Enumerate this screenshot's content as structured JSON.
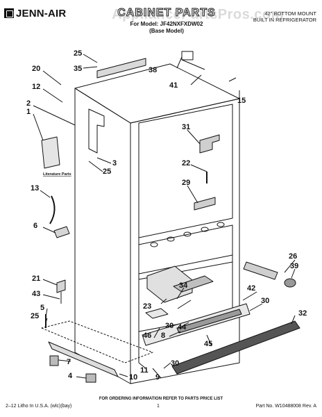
{
  "header": {
    "brand": "JENN-AIR",
    "title": "CABINET PARTS",
    "model_line": "For Model: JF42NXFXDW02",
    "base_model": "(Base Model)",
    "description_line1": "42\" BOTTOM MOUNT",
    "description_line2": "BUILT IN REFRIGERATOR"
  },
  "watermark": "AppliancePartsPros.com",
  "literature_label": "Literature Parts",
  "callouts": [
    "25",
    "35",
    "20",
    "38",
    "41",
    "12",
    "15",
    "2",
    "1",
    "31",
    "3",
    "25",
    "22",
    "29",
    "13",
    "6",
    "26",
    "39",
    "21",
    "43",
    "34",
    "42",
    "30",
    "5",
    "25",
    "23",
    "30",
    "44",
    "32",
    "46",
    "8",
    "45",
    "7",
    "4",
    "11",
    "9",
    "30",
    "10"
  ],
  "footer": {
    "note": "FOR ORDERING INFORMATION REFER TO PARTS PRICE LIST",
    "left": "2–12 Litho In U.S.A. (wlc)(bay)",
    "page": "1",
    "right": "Part No. W10488008 Rev. A"
  },
  "colors": {
    "ink": "#111111",
    "paper": "#ffffff",
    "watermark": "#969696"
  }
}
